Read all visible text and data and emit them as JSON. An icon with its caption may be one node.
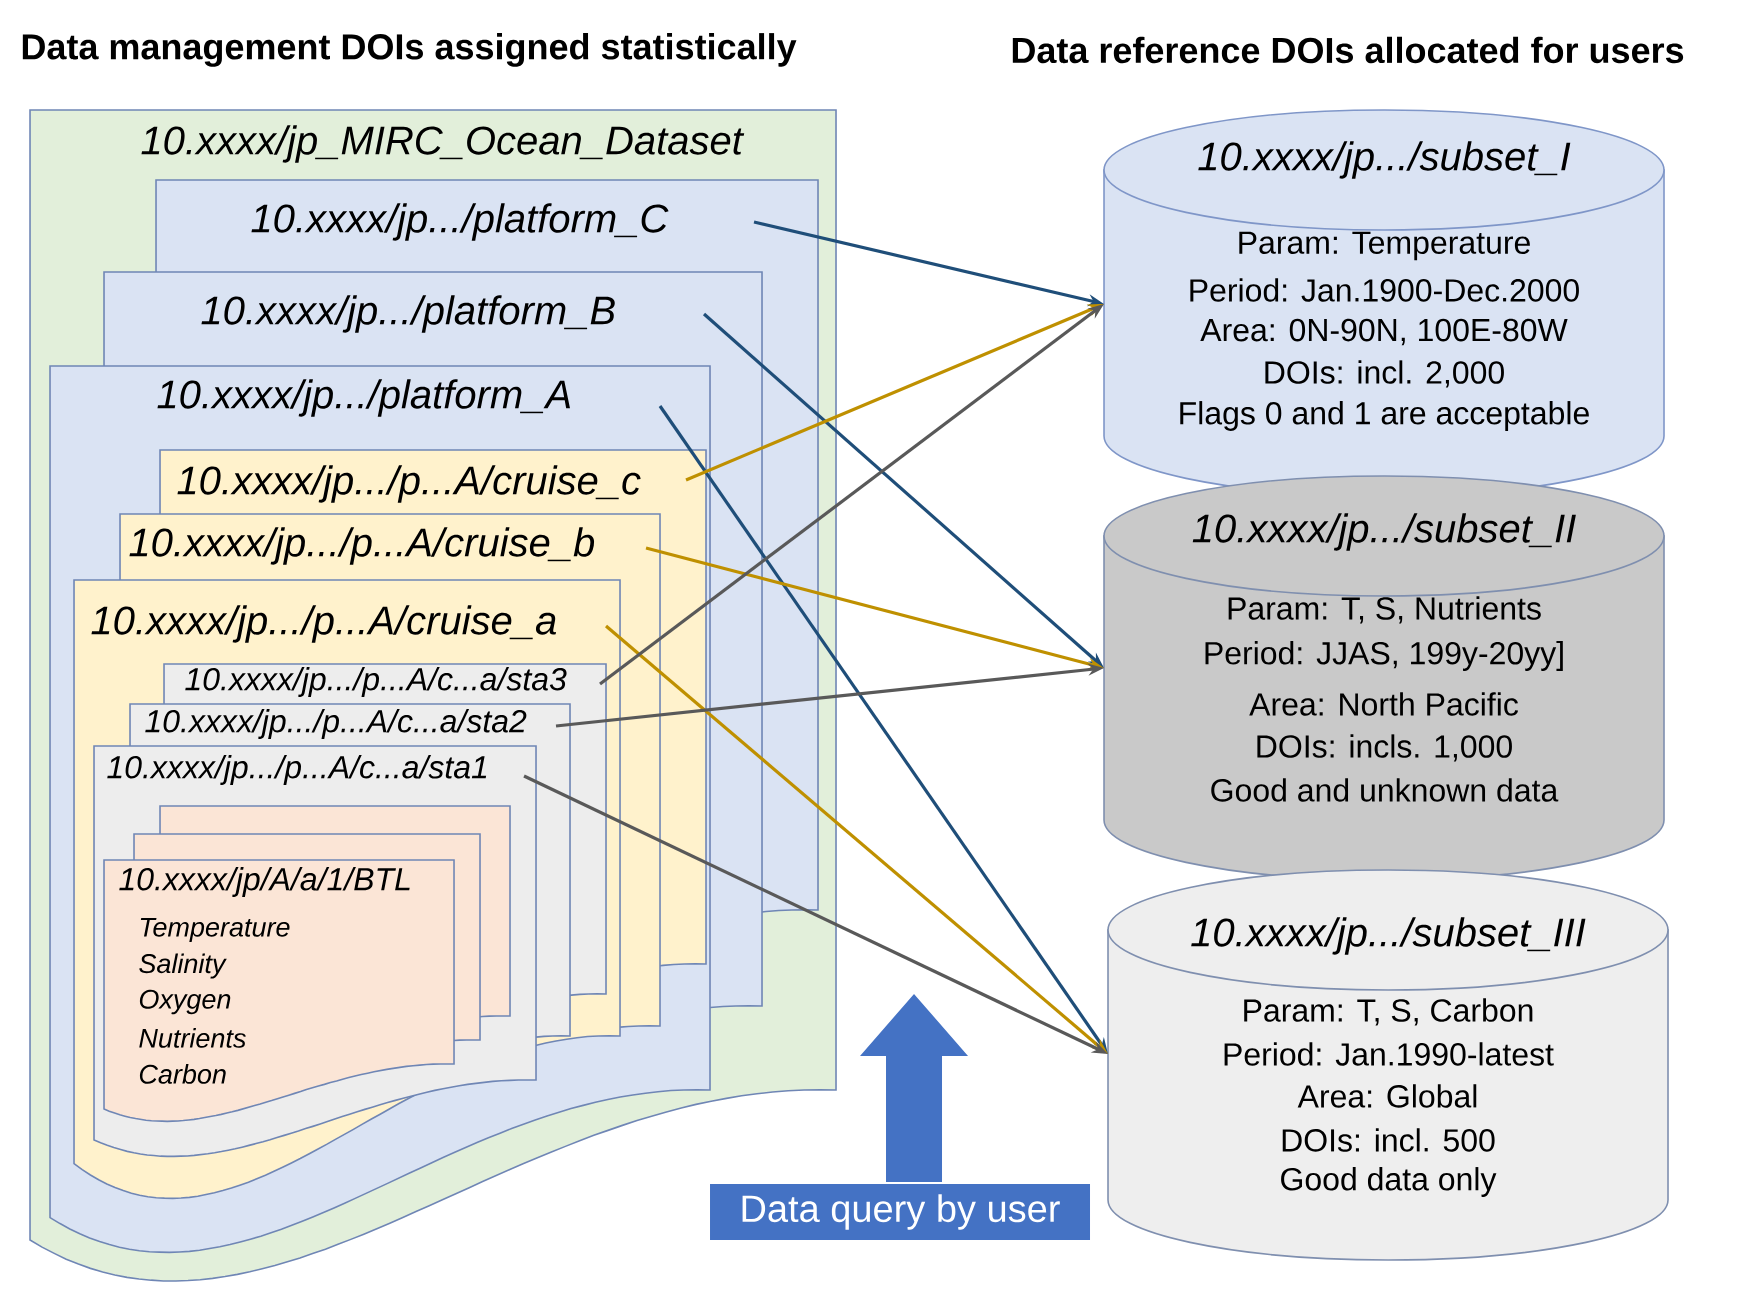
{
  "diagram": {
    "nodes": [
      {
        "text": [
          "10.xxxx/jp_MIRC_Ocean_Dataset"
        ]
      },
      {
        "text": [
          "10.xxxx/jp.../platform_C"
        ],
        "in": 0
      },
      {
        "text": [
          "10.xxxx/jp.../platform_B"
        ],
        "in": 0
      },
      {
        "text": [
          "10.xxxx/jp.../platform_A"
        ],
        "in": 0
      },
      {
        "text": [
          "10.xxxx/jp.../p...A/cruise_c"
        ],
        "in": 3
      },
      {
        "text": [
          "10.xxxx/jp.../p...A/cruise_b"
        ],
        "in": 3
      },
      {
        "text": [
          "10.xxxx/jp.../p...A/cruise_a"
        ],
        "in": 3
      },
      {
        "text": [
          "10.xxxx/jp.../p...A/c...a/sta3"
        ],
        "in": 6
      },
      {
        "text": [
          "10.xxxx/jp.../p...A/c...a/sta2"
        ],
        "in": 6
      },
      {
        "text": [
          "10.xxxx/jp.../p...A/c...a/sta1"
        ],
        "in": 6
      },
      {
        "text": [],
        "shape": "box",
        "in": 9
      },
      {
        "text": [],
        "shape": "box",
        "in": 9
      },
      {
        "text": [
          "10.xxxx/jp/A/a/1/BTL",
          "Temperature",
          "Salinity",
          "Oxygen",
          "Nutrients",
          "Carbon"
        ],
        "in": 9
      },
      {
        "text": [
          "10.xxxx/jp.../subset_I",
          "Param: Temperature",
          "Period: Jan.1900-Dec.2000",
          "Area: 0N-90N, 100E-80W",
          "DOIs: incl. 2,000",
          "Flags 0 and 1 are acceptable"
        ]
      },
      {
        "text": [
          "10.xxxx/jp.../subset_II",
          "Param: T, S, Nutrients",
          "Period: JJAS, 199y-20yy]",
          "Area: North Pacific",
          "DOIs: incls. 1,000",
          "Good and unknown data"
        ]
      },
      {
        "text": [
          "10.xxxx/jp.../subset_III",
          "Param: T, S, Carbon",
          "Period: Jan.1990-latest",
          "Area: Global",
          "DOIs: incl. 500",
          "Good data only"
        ]
      },
      {
        "text": [
          "Data query by user"
        ]
      }
    ],
    "edges": [
      {
        "from": 1,
        "to": 13,
        "arrow": "to",
        "color": "#1f4e79"
      },
      {
        "from": 2,
        "to": 14,
        "arrow": "to",
        "color": "#1f4e79"
      },
      {
        "from": 3,
        "to": 15,
        "arrow": "to",
        "color": "#1f4e79"
      },
      {
        "from": 4,
        "to": 13,
        "arrow": "to",
        "color": "#bf9000"
      },
      {
        "from": 5,
        "to": 14,
        "arrow": "to",
        "color": "#bf9000"
      },
      {
        "from": 6,
        "to": 15,
        "arrow": "to",
        "color": "#bf9000"
      },
      {
        "from": 7,
        "to": 13,
        "arrow": "to",
        "color": "#595959"
      },
      {
        "from": 8,
        "to": 14,
        "arrow": "to",
        "color": "#595959"
      },
      {
        "from": 9,
        "to": 15,
        "arrow": "to",
        "color": "#595959"
      }
    ],
    "labels": [
      "Data management DOIs assigned statistically",
      "Data reference DOIs allocated for users"
    ]
  }
}
